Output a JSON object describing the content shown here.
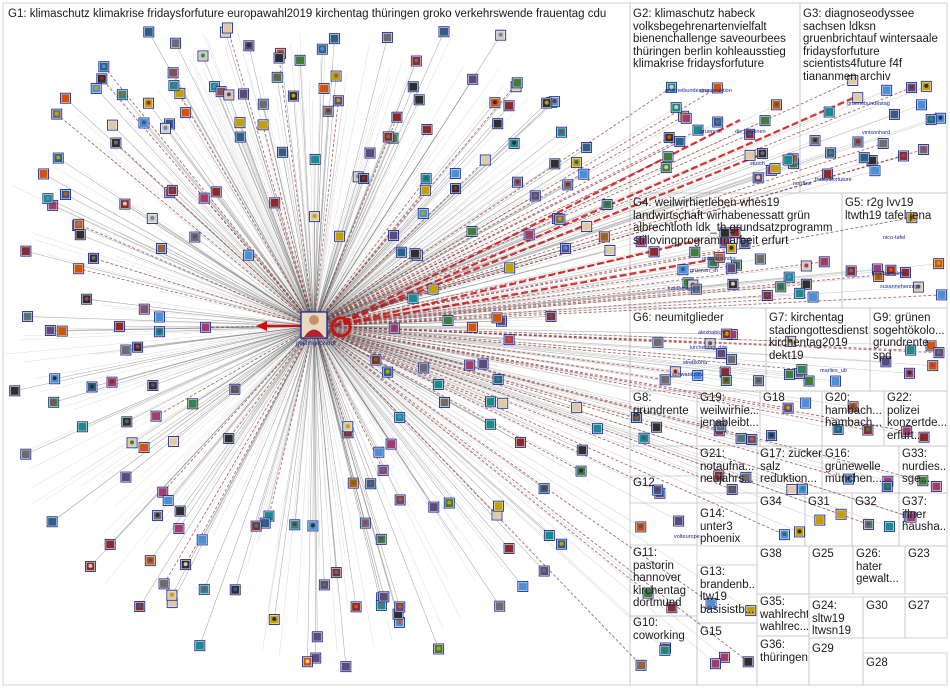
{
  "hub": {
    "name": "goeringeckardt"
  },
  "groups": [
    {
      "id": "G1",
      "title": "G1: klimaschutz klimakrise fridaysforfuture europawahl2019 kirchentag thüringen groko verkehrswende frauentag cdu"
    },
    {
      "id": "G2",
      "title": "G2: klimaschutz habeck\nvolksbegehrenartenvielfalt\nbienenchallenge saveourbees\nthüringen berlin kohleausstieg\nklimakrise fridaysforfuture"
    },
    {
      "id": "G3",
      "title": "G3: diagnoseodyssee\nsachsen ldksn\ngruenbrichtauf wintersaale\nfridaysforfuture\nscientists4future f4f\ntiananmen archiv"
    },
    {
      "id": "G4",
      "title": "G4: weilwirhierleben whes19\nlandwirtschaft wirhabenessatt grün\nalbrechtloth ldk_th grundsatzprogramm\nstillovingprogrammarbeit erfurt"
    },
    {
      "id": "G5",
      "title": "G5: r2g lvv19\nltwth19 tafel jena"
    },
    {
      "id": "G6",
      "title": "G6: neumitglieder"
    },
    {
      "id": "G7",
      "title": "G7: kirchentag\nstadiongottesdienst\nkirchentag2019\ndekt19"
    },
    {
      "id": "G9",
      "title": "G9: grünen\nsogehtökolo...\ngrundrente\nspd"
    },
    {
      "id": "G8",
      "title": "G8:\ngrundrente"
    },
    {
      "id": "G19",
      "title": "G19:\nweilwirhie...\njenableibt..."
    },
    {
      "id": "G18",
      "title": "G18"
    },
    {
      "id": "G20",
      "title": "G20:\nhambach...\nhambach..."
    },
    {
      "id": "G22",
      "title": "G22:\npolizei\nkonzertde...\nerfurt..."
    },
    {
      "id": "G21",
      "title": "G21:\nnotaufna...\nneujahrs..."
    },
    {
      "id": "G17",
      "title": "G17: zucker\nsalz\nreduktion..."
    },
    {
      "id": "G16",
      "title": "G16:\ngrünewelle\nmünchen..."
    },
    {
      "id": "G33",
      "title": "G33:\nnurdies...\nsge..."
    },
    {
      "id": "G12",
      "title": "G12"
    },
    {
      "id": "G34",
      "title": "G34"
    },
    {
      "id": "G31",
      "title": "G31"
    },
    {
      "id": "G32",
      "title": "G32"
    },
    {
      "id": "G37",
      "title": "G37:\nillner\nhausha..."
    },
    {
      "id": "G14",
      "title": "G14:\nunter3\nphoenix"
    },
    {
      "id": "G11",
      "title": "G11:\npastorin\nhannover\nkirchentag\ndortmund"
    },
    {
      "id": "G38",
      "title": "G38"
    },
    {
      "id": "G25",
      "title": "G25"
    },
    {
      "id": "G26",
      "title": "G26:\nhater\ngewalt..."
    },
    {
      "id": "G23",
      "title": "G23"
    },
    {
      "id": "G13",
      "title": "G13:\nbrandenb...\nltw19\nbasisistb..."
    },
    {
      "id": "G35",
      "title": "G35:\nwahlrecht\nwahlrec..."
    },
    {
      "id": "G24",
      "title": "G24:\nsltw19\nltwsn19"
    },
    {
      "id": "G30",
      "title": "G30"
    },
    {
      "id": "G27",
      "title": "G27"
    },
    {
      "id": "G10",
      "title": "G10:\ncoworking"
    },
    {
      "id": "G15",
      "title": "G15"
    },
    {
      "id": "G36",
      "title": "G36:\nthüringen"
    },
    {
      "id": "G29",
      "title": "G29"
    },
    {
      "id": "G28",
      "title": "G28"
    }
  ],
  "node_labels": [
    "nordbw",
    "sturch_",
    "die_gruenen",
    "grueneth",
    "gruenebundestag",
    "vinisonhard",
    "fridaysforfuture",
    "grueneaktion",
    "grueneibundestag",
    "nico-tafel",
    "bodoramelow",
    "susannehennig",
    "gruenen_th",
    "katrinmoegel",
    "gruenexandrs",
    "schwanitzdiv",
    "strebkoha",
    "marlies_ub",
    "kirchentag_dde",
    "alexhabicht",
    "volteurope"
  ],
  "colors": {
    "edge_grey": "#9a9a9a",
    "edge_dark": "#555555",
    "edge_red": "#cc1111",
    "edge_maroon": "#8b2a2a",
    "panel_border": "#c8c8c8",
    "node_border": "#1b2a8a"
  }
}
